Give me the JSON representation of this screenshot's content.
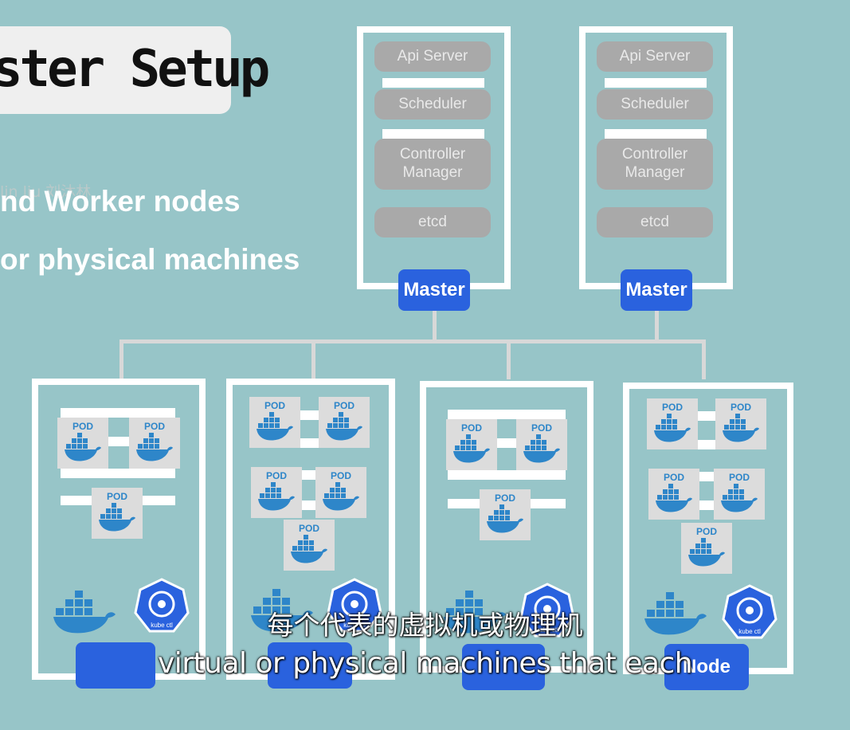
{
  "slide": {
    "title": "ster Setup",
    "bullet_1": "nd Worker nodes",
    "bullet_2": "or physical machines",
    "watermark": "lin liu 刘沐林"
  },
  "masters": [
    {
      "components": [
        "Api Server",
        "Scheduler",
        "Controller\nManager",
        "etcd"
      ],
      "label": "Master"
    },
    {
      "components": [
        "Api Server",
        "Scheduler",
        "Controller\nManager",
        "etcd"
      ],
      "label": "Master"
    }
  ],
  "pod_label": "POD",
  "kube_label": "kube ctl",
  "nodes": [
    {
      "label": ""
    },
    {
      "label": ""
    },
    {
      "label": ""
    },
    {
      "label": "Node"
    }
  ],
  "subtitles": {
    "chinese": "每个代表的虚拟机或物理机",
    "english": "virtual or physical machines that each"
  },
  "colors": {
    "background": "#97c5c8",
    "accent_blue": "#2a62de",
    "docker_blue": "#2e86c9",
    "component_gray": "#a9a9a9"
  }
}
